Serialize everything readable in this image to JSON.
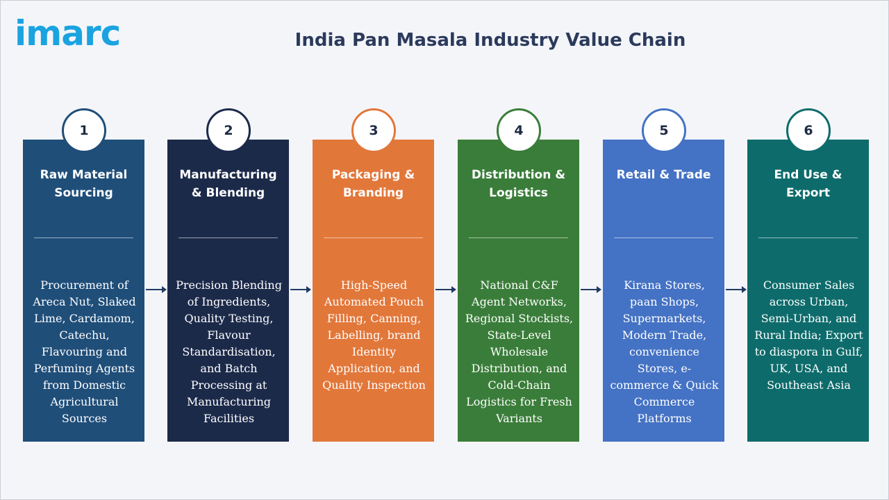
{
  "logo": {
    "text": "imarc",
    "color": "#1aa3e0"
  },
  "title": "India Pan Masala Industry Value Chain",
  "steps": [
    {
      "number": "1",
      "title": "Raw Material Sourcing",
      "description": "Procurement of Areca Nut, Slaked Lime, Cardamom, Catechu, Flavouring and Perfuming Agents from Domestic Agricultural Sources",
      "color": "#1f4e79",
      "circle_border": "#1f4e79"
    },
    {
      "number": "2",
      "title": "Manufacturing & Blending",
      "description": "Precision Blending of Ingredients, Quality Testing, Flavour Standardisation, and Batch Processing at Manufacturing Facilities",
      "color": "#1c2a4a",
      "circle_border": "#1c2a4a"
    },
    {
      "number": "3",
      "title": "Packaging & Branding",
      "description": "High-Speed Automated Pouch Filling, Canning, Labelling, brand Identity Application, and Quality Inspection",
      "color": "#e2773a",
      "circle_border": "#e2773a"
    },
    {
      "number": "4",
      "title": "Distribution & Logistics",
      "description": "National C&F Agent Networks, Regional Stockists, State-Level Wholesale Distribution, and Cold-Chain Logistics for Fresh Variants",
      "color": "#3a7d3a",
      "circle_border": "#3a7d3a"
    },
    {
      "number": "5",
      "title": "Retail & Trade",
      "description": "Kirana Stores, paan Shops, Supermarkets, Modern Trade, convenience Stores, e-commerce & Quick Commerce Platforms",
      "color": "#4472c4",
      "circle_border": "#4472c4"
    },
    {
      "number": "6",
      "title": "End Use & Export",
      "description": "Consumer Sales across Urban, Semi-Urban, and Rural India; Export to diaspora in Gulf, UK, USA, and Southeast Asia",
      "color": "#0e6b6b",
      "circle_border": "#0e6b6b"
    }
  ],
  "arrow_color": "#1f3b63"
}
